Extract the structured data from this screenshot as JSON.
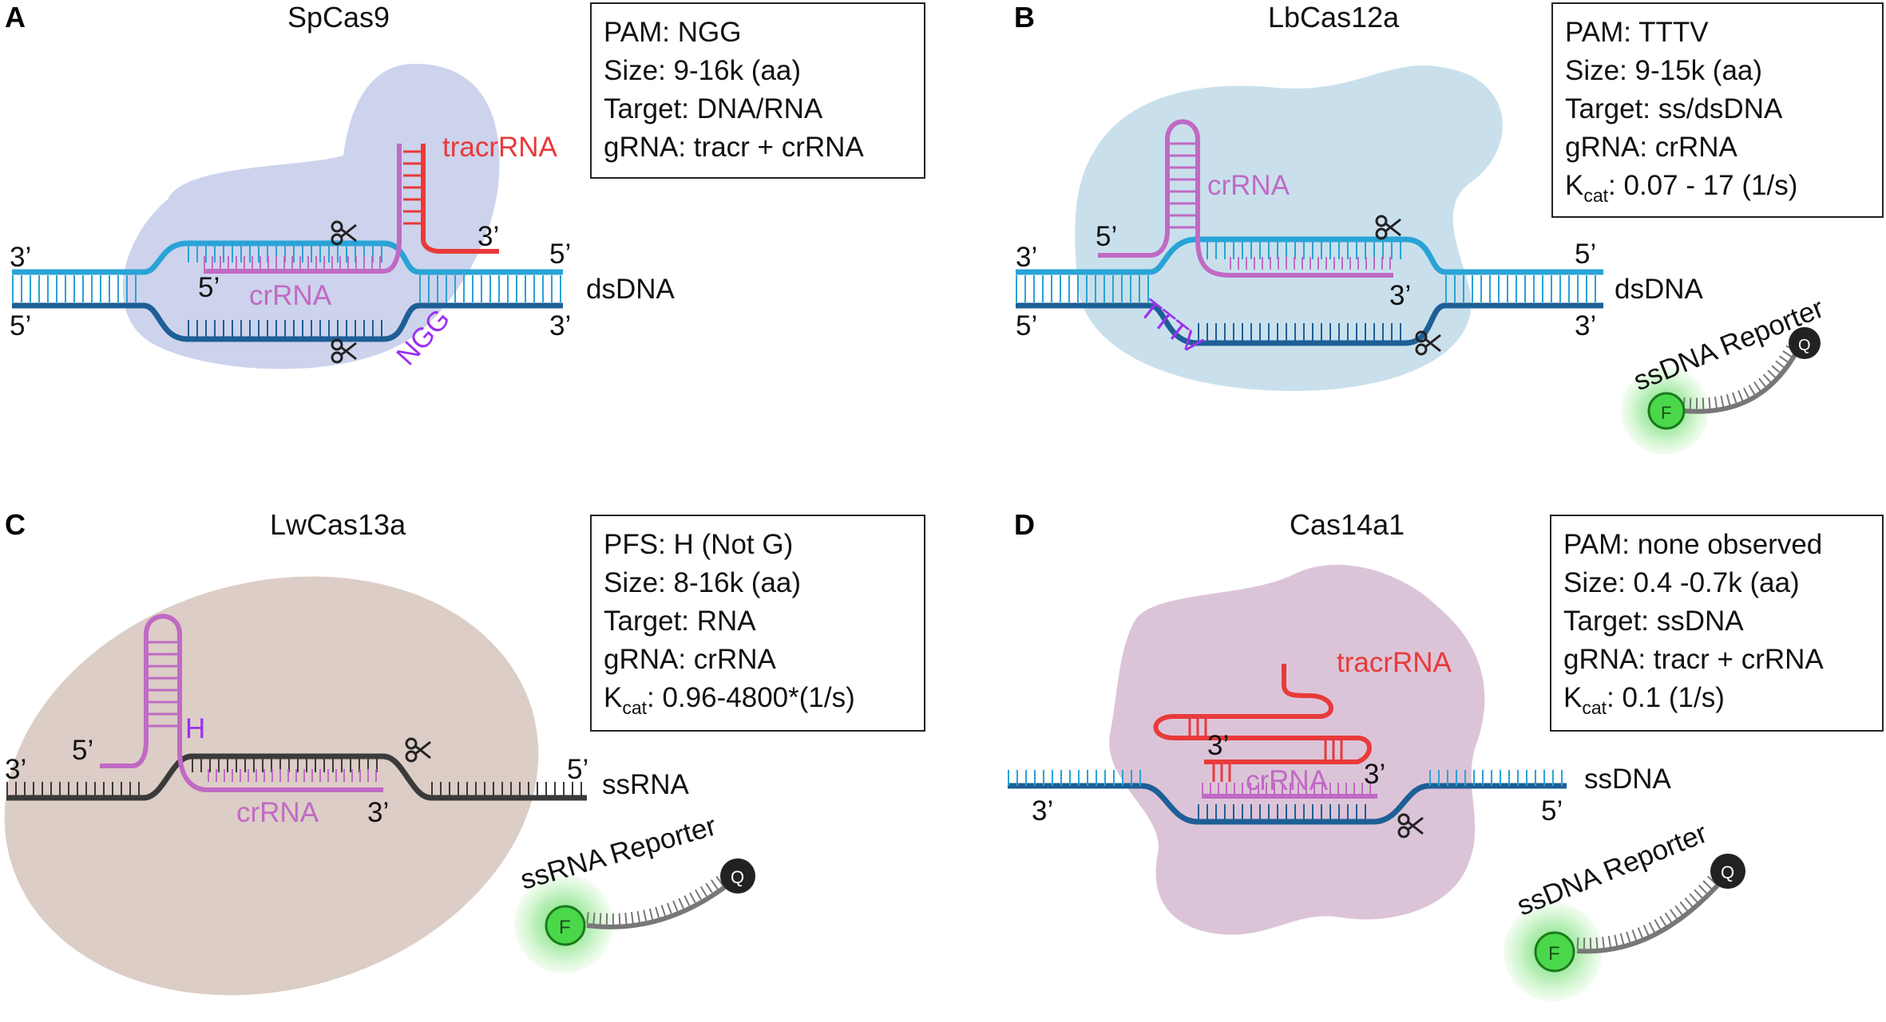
{
  "colors": {
    "dna_light": "#29a3d6",
    "dna_dark": "#1d5f96",
    "rna_strand": "#3a3a3a",
    "crRNA": "#c06ac4",
    "tracrRNA": "#e83a3a",
    "motif": "#9b30f0",
    "panel_A_blob": "#cdd3ec",
    "panel_B_blob": "#c9e0ec",
    "panel_C_blob": "#dccdc6",
    "panel_D_blob": "#dcc4d8",
    "fluor": "#4ad84a",
    "quencher": "#222222"
  },
  "panels": {
    "A": {
      "letter": "A",
      "title": "SpCas9",
      "info": [
        "PAM: NGG",
        "Size: 9-16k (aa)",
        "Target: DNA/RNA",
        "gRNA: tracr + crRNA"
      ],
      "crRNA": "crRNA",
      "tracrRNA": "tracrRNA",
      "motif": "NGG",
      "target": "dsDNA",
      "ends": {
        "top_left": "3’",
        "bottom_left": "5’",
        "top_right": "5’",
        "bottom_right": "3’",
        "crRNA_5": "5’",
        "tracr_3": "3’"
      }
    },
    "B": {
      "letter": "B",
      "title": "LbCas12a",
      "info": [
        "PAM: TTTV",
        "Size: 9-15k (aa)",
        "Target: ss/dsDNA",
        "gRNA: crRNA"
      ],
      "kcat_value": ": 0.07 - 17 (1/s)",
      "crRNA": "crRNA",
      "motif": "TTTV",
      "target": "dsDNA",
      "reporter": "ssDNA Reporter",
      "ends": {
        "top_left": "3’",
        "bottom_left": "5’",
        "top_right": "5’",
        "bottom_right": "3’",
        "crRNA_5": "5’",
        "crRNA_3": "3’"
      }
    },
    "C": {
      "letter": "C",
      "title": "LwCas13a",
      "info": [
        "PFS: H (Not G)",
        "Size: 8-16k (aa)",
        "Target: RNA",
        "gRNA: crRNA"
      ],
      "kcat_value": ": 0.96-4800*(1/s)",
      "crRNA": "crRNA",
      "motif": "H",
      "target": "ssRNA",
      "reporter": "ssRNA Reporter",
      "ends": {
        "left": "3’",
        "right": "5’",
        "crRNA_5": "5’",
        "crRNA_3": "3’"
      }
    },
    "D": {
      "letter": "D",
      "title": "Cas14a1",
      "info": [
        "PAM: none observed",
        "Size: 0.4 -0.7k (aa)",
        "Target: ssDNA",
        "gRNA: tracr + crRNA"
      ],
      "kcat_value": ": 0.1 (1/s)",
      "crRNA": "crRNA",
      "tracrRNA": "tracrRNA",
      "target": "ssDNA",
      "reporter": "ssDNA Reporter",
      "ends": {
        "left": "3’",
        "right": "5’",
        "inner_left": "3’",
        "inner_right": "3’"
      }
    }
  },
  "kcat": {
    "main": "K",
    "sub": "cat"
  },
  "reporter_marks": {
    "fluor": "F",
    "quencher": "Q"
  }
}
